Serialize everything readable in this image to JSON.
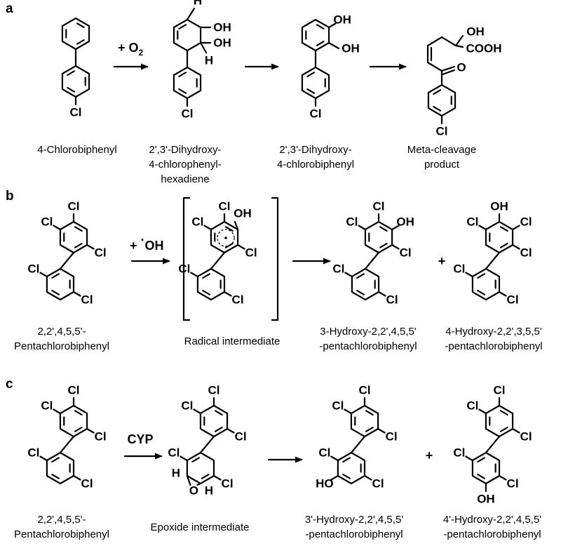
{
  "panels": {
    "a": {
      "label": "a",
      "reagent": "+ O",
      "reagent_sub": "2",
      "captions": {
        "m1": [
          "4-Chlorobiphenyl"
        ],
        "m2": [
          "2',3'-Dihydroxy-",
          "4-chlorophenyl-",
          "hexadiene"
        ],
        "m3": [
          "2',3'-Dihydroxy-",
          "4-chlorobiphenyl"
        ],
        "m4": [
          "Meta-cleavage",
          "product"
        ]
      },
      "atoms": {
        "cl": "Cl",
        "oh": "OH",
        "h": "H",
        "o": "O",
        "cooh": "COOH"
      }
    },
    "b": {
      "label": "b",
      "reagent": "OH",
      "reagent_prefix": "+",
      "captions": {
        "m1": [
          "2,2',4,5,5'-",
          "Pentachlorobiphenyl"
        ],
        "m2": [
          "Radical intermediate"
        ],
        "m3": [
          "3-Hydroxy-2,2',4,5,5'",
          "-pentachlorobiphenyl"
        ],
        "m4": [
          "4-Hydroxy-2,2',3,5,5'",
          "-pentachlorobiphenyl"
        ]
      },
      "plus": "+"
    },
    "c": {
      "label": "c",
      "reagent": "CYP",
      "captions": {
        "m1": [
          "2,2',4,5,5'-",
          "Pentachlorobiphenyl"
        ],
        "m2": [
          "Epoxide intermediate"
        ],
        "m3": [
          "3'-Hydroxy-2,2',4,5,5'",
          "-pentachlorobiphenyl"
        ],
        "m4": [
          "4'-Hydroxy-2,2',4,5,5'",
          "-pentachlorobiphenyl"
        ]
      },
      "plus": "+",
      "atoms": {
        "ho": "HO"
      }
    }
  }
}
